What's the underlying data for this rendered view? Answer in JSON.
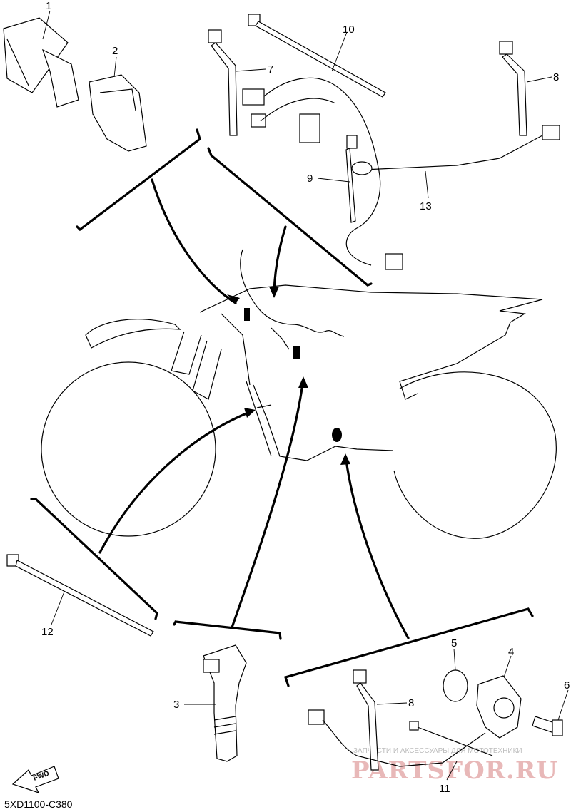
{
  "diagram": {
    "part_code": "5XD1100-C380",
    "fwd_label": "FWD",
    "callouts": [
      "1",
      "2",
      "3",
      "4",
      "5",
      "6",
      "7",
      "8",
      "8",
      "9",
      "10",
      "11",
      "12",
      "13"
    ],
    "watermark": {
      "line1": "ЗАПЧАСТИ И АКСЕССУАРЫ ДЛЯ МОТОТЕХНИКИ",
      "line2": "PARTSFOR.RU"
    }
  }
}
